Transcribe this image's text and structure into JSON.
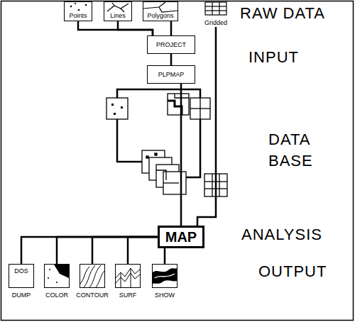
{
  "diagram": {
    "nodes": [
      {
        "text": [
          "Points"
        ]
      },
      {
        "text": [
          "Lines"
        ]
      },
      {
        "text": [
          "Polygons"
        ]
      },
      {
        "text": [
          "Gridded"
        ]
      },
      {
        "text": [
          "PROJECT"
        ]
      },
      {
        "text": [
          "PLPMAP"
        ]
      },
      {
        "text": [
          "MAP"
        ]
      },
      {
        "text": [
          "DOS",
          "DUMP"
        ]
      },
      {
        "text": [
          "COLOR"
        ]
      },
      {
        "text": [
          "CONTOUR"
        ]
      },
      {
        "text": [
          "SURF"
        ]
      },
      {
        "text": [
          "SHOW"
        ]
      }
    ],
    "edges": [
      {
        "from": 0,
        "to": 4,
        "arrow": "none"
      },
      {
        "from": 1,
        "to": 4,
        "arrow": "none"
      },
      {
        "from": 2,
        "to": 4,
        "arrow": "none"
      },
      {
        "from": 4,
        "to": 5,
        "arrow": "none"
      },
      {
        "from": 5,
        "to": 6,
        "arrow": "none"
      },
      {
        "from": 3,
        "to": 6,
        "arrow": "none"
      },
      {
        "from": 6,
        "to": 7,
        "arrow": "none"
      },
      {
        "from": 6,
        "to": 8,
        "arrow": "none"
      },
      {
        "from": 6,
        "to": 9,
        "arrow": "none"
      },
      {
        "from": 6,
        "to": 10,
        "arrow": "none"
      },
      {
        "from": 6,
        "to": 11,
        "arrow": "none"
      }
    ],
    "labels": [
      "RAW DATA",
      "INPUT",
      "DATA BASE",
      "ANALYSIS",
      "OUTPUT"
    ]
  }
}
